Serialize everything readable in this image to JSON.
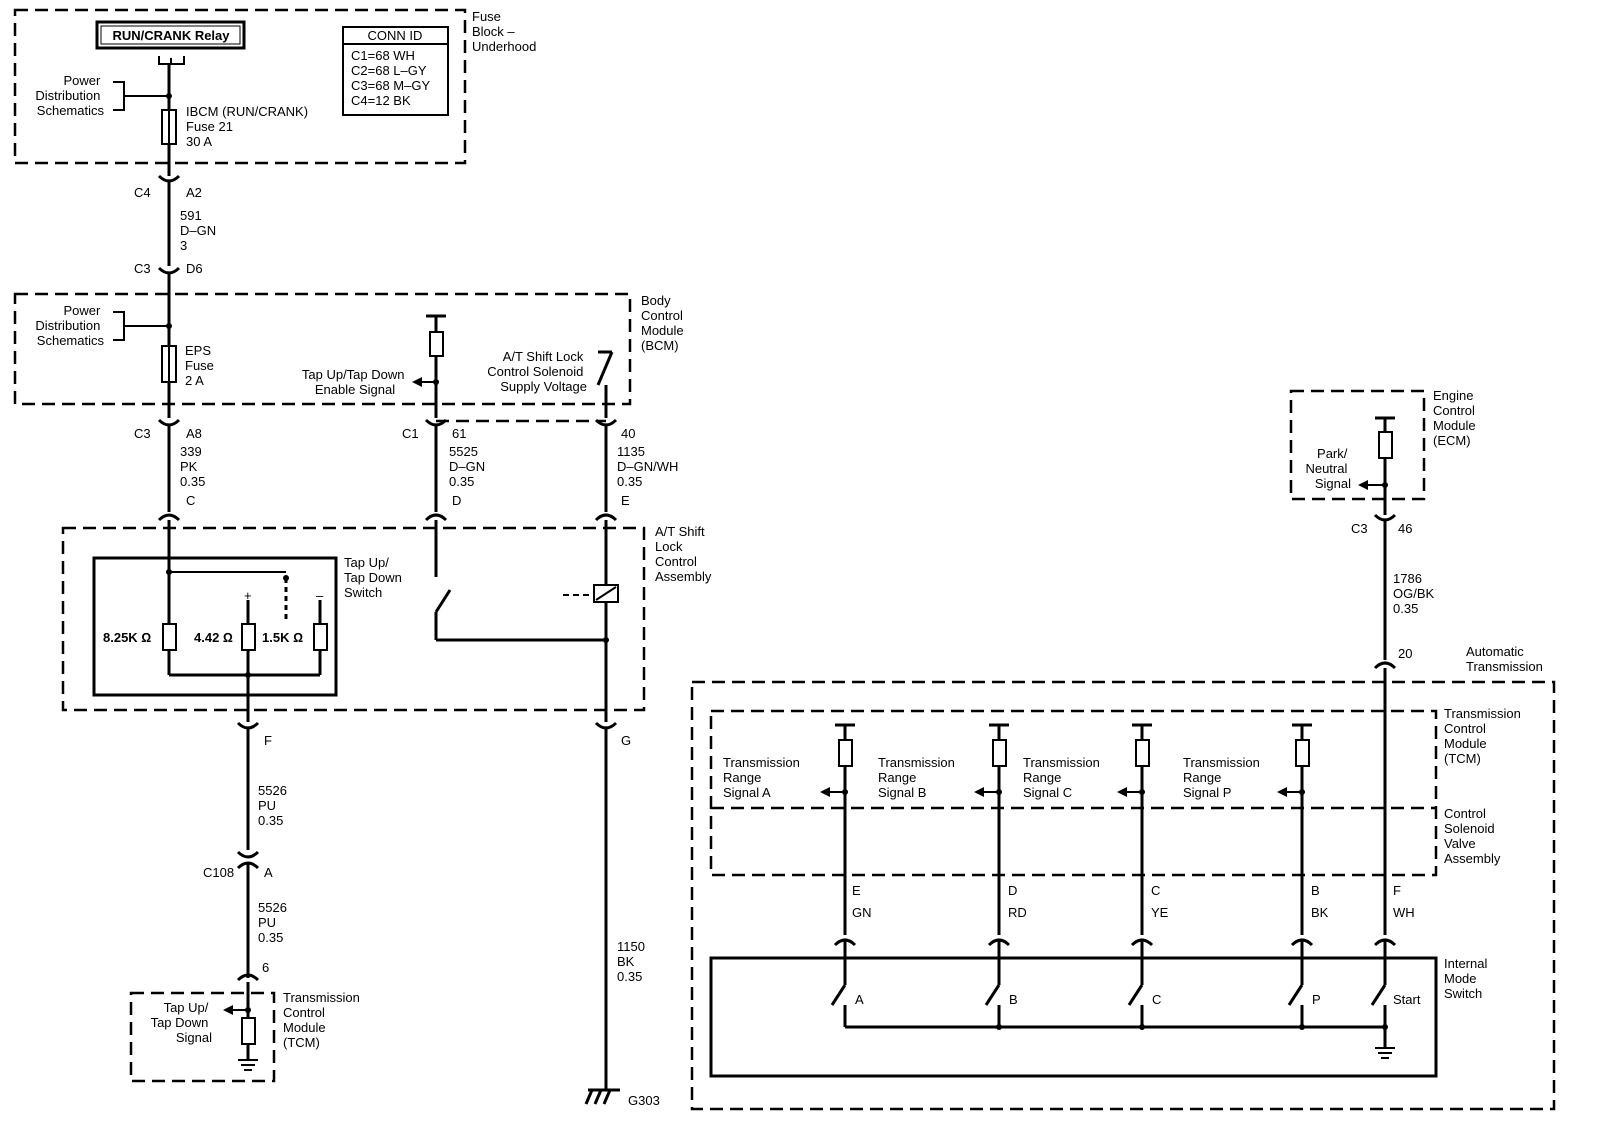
{
  "fuse_block": {
    "title": [
      "Fuse",
      "Block –",
      "Underhood"
    ],
    "relay": "RUN/CRANK Relay",
    "conn_id_title": "CONN ID",
    "conn_ids": [
      "C1=68 WH",
      "C2=68 L–GY",
      "C3=68 M–GY",
      "C4=12 BK"
    ],
    "power_dist": [
      "Power",
      "Distribution",
      "Schematics"
    ],
    "fuse_label": [
      "IBCM (RUN/CRANK)",
      "Fuse 21",
      "30 A"
    ]
  },
  "c4_a2": {
    "conn": "C4",
    "pin": "A2"
  },
  "wire_591": [
    "591",
    "D–GN",
    "3"
  ],
  "c3_d6": {
    "conn": "C3",
    "pin": "D6"
  },
  "bcm": {
    "title": [
      "Body",
      "Control",
      "Module",
      "(BCM)"
    ],
    "power_dist": [
      "Power",
      "Distribution",
      "Schematics"
    ],
    "fuse_label": [
      "EPS",
      "Fuse",
      "2 A"
    ],
    "tap_signal": [
      "Tap Up/Tap Down",
      "Enable Signal"
    ],
    "shift_lock": [
      "A/T Shift Lock",
      "Control Solenoid",
      "Supply Voltage"
    ]
  },
  "bcm_pins": {
    "c3": "C3",
    "a8": "A8",
    "c1": "C1",
    "p61": "61",
    "p40": "40"
  },
  "wire_339": [
    "339",
    "PK",
    "0.35"
  ],
  "wire_5525": [
    "5525",
    "D–GN",
    "0.35"
  ],
  "wire_1135": [
    "1135",
    "D–GN/WH",
    "0.35"
  ],
  "assy_pins": {
    "c": "C",
    "d": "D",
    "e": "E",
    "f": "F",
    "g": "G"
  },
  "shift_lock_assembly": [
    "A/T Shift",
    "Lock",
    "Control",
    "Assembly"
  ],
  "tap_switch": {
    "title": [
      "Tap Up/",
      "Tap Down",
      "Switch"
    ],
    "resistors": [
      "8.25K Ω",
      "4.42 Ω",
      "1.5K Ω"
    ],
    "plus": "+",
    "minus": "–"
  },
  "wire_5526a": [
    "5526",
    "PU",
    "0.35"
  ],
  "c108": {
    "conn": "C108",
    "pin": "A"
  },
  "wire_5526b": [
    "5526",
    "PU",
    "0.35"
  ],
  "tcm_pin": "6",
  "tcm_left": {
    "signal": [
      "Tap Up/",
      "Tap Down",
      "Signal"
    ],
    "title": [
      "Transmission",
      "Control",
      "Module",
      "(TCM)"
    ]
  },
  "wire_1150": [
    "1150",
    "BK",
    "0.35"
  ],
  "ground": "G303",
  "ecm": {
    "title": [
      "Engine",
      "Control",
      "Module",
      "(ECM)"
    ],
    "signal": [
      "Park/",
      "Neutral",
      "Signal"
    ],
    "conn": "C3",
    "pin": "46"
  },
  "wire_1786": [
    "1786",
    "OG/BK",
    "0.35"
  ],
  "auto_trans": {
    "pin": "20",
    "title": [
      "Automatic",
      "Transmission"
    ],
    "tcm_title": [
      "Transmission",
      "Control",
      "Module",
      "(TCM)"
    ],
    "solenoid_title": [
      "Control",
      "Solenoid",
      "Valve",
      "Assembly"
    ],
    "range_signals": [
      [
        "Transmission",
        "Range",
        "Signal A"
      ],
      [
        "Transmission",
        "Range",
        "Signal B"
      ],
      [
        "Transmission",
        "Range",
        "Signal C"
      ],
      [
        "Transmission",
        "Range",
        "Signal P"
      ]
    ],
    "pins": [
      "E",
      "D",
      "C",
      "B",
      "F"
    ],
    "colors": [
      "GN",
      "RD",
      "YE",
      "BK",
      "WH"
    ],
    "switches": [
      "A",
      "B",
      "C",
      "P",
      "Start"
    ],
    "ims_title": [
      "Internal",
      "Mode",
      "Switch"
    ]
  }
}
